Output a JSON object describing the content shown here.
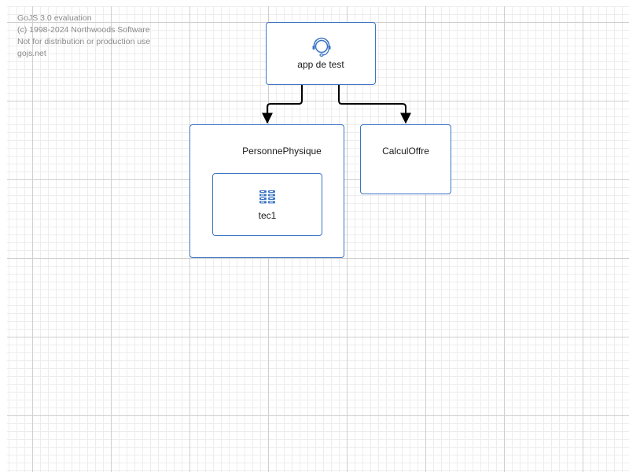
{
  "watermark": {
    "line1": "GoJS 3.0 evaluation",
    "line2": "(c) 1998-2024 Northwoods Software",
    "line3": "Not for distribution or production use",
    "line4": "gojs.net"
  },
  "nodes": {
    "app": {
      "label": "app de test",
      "icon": "headset-icon"
    },
    "personne": {
      "label": "PersonnePhysique"
    },
    "tec1": {
      "label": "tec1",
      "icon": "database-icon"
    },
    "calcul": {
      "label": "CalculOffre"
    }
  },
  "colors": {
    "node_border": "#3b74c4",
    "icon": "#3b74c4",
    "link": "#000000"
  }
}
